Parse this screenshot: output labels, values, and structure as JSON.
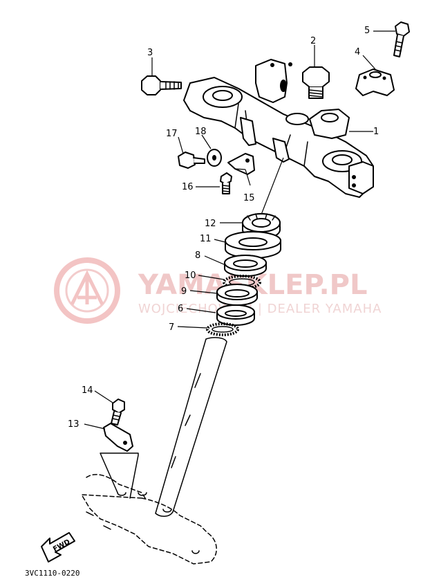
{
  "watermark": {
    "brand": "YAMASKLEP.PL",
    "tagline": "WOJCIECHOWSKI | DEALER YAMAHA"
  },
  "diagram_code": "3VC1110-0220",
  "fwd_label": "FWD",
  "callouts": [
    {
      "id": "1",
      "label": "1"
    },
    {
      "id": "2",
      "label": "2"
    },
    {
      "id": "3",
      "label": "3"
    },
    {
      "id": "4",
      "label": "4"
    },
    {
      "id": "5",
      "label": "5"
    },
    {
      "id": "6",
      "label": "6"
    },
    {
      "id": "7",
      "label": "7"
    },
    {
      "id": "8",
      "label": "8"
    },
    {
      "id": "9",
      "label": "9"
    },
    {
      "id": "10",
      "label": "10"
    },
    {
      "id": "11",
      "label": "11"
    },
    {
      "id": "12",
      "label": "12"
    },
    {
      "id": "13",
      "label": "13"
    },
    {
      "id": "14",
      "label": "14"
    },
    {
      "id": "15",
      "label": "15"
    },
    {
      "id": "16",
      "label": "16"
    },
    {
      "id": "17",
      "label": "17"
    },
    {
      "id": "18",
      "label": "18"
    }
  ],
  "colors": {
    "ink": "#000000",
    "watermark": "#f0c8c8"
  }
}
